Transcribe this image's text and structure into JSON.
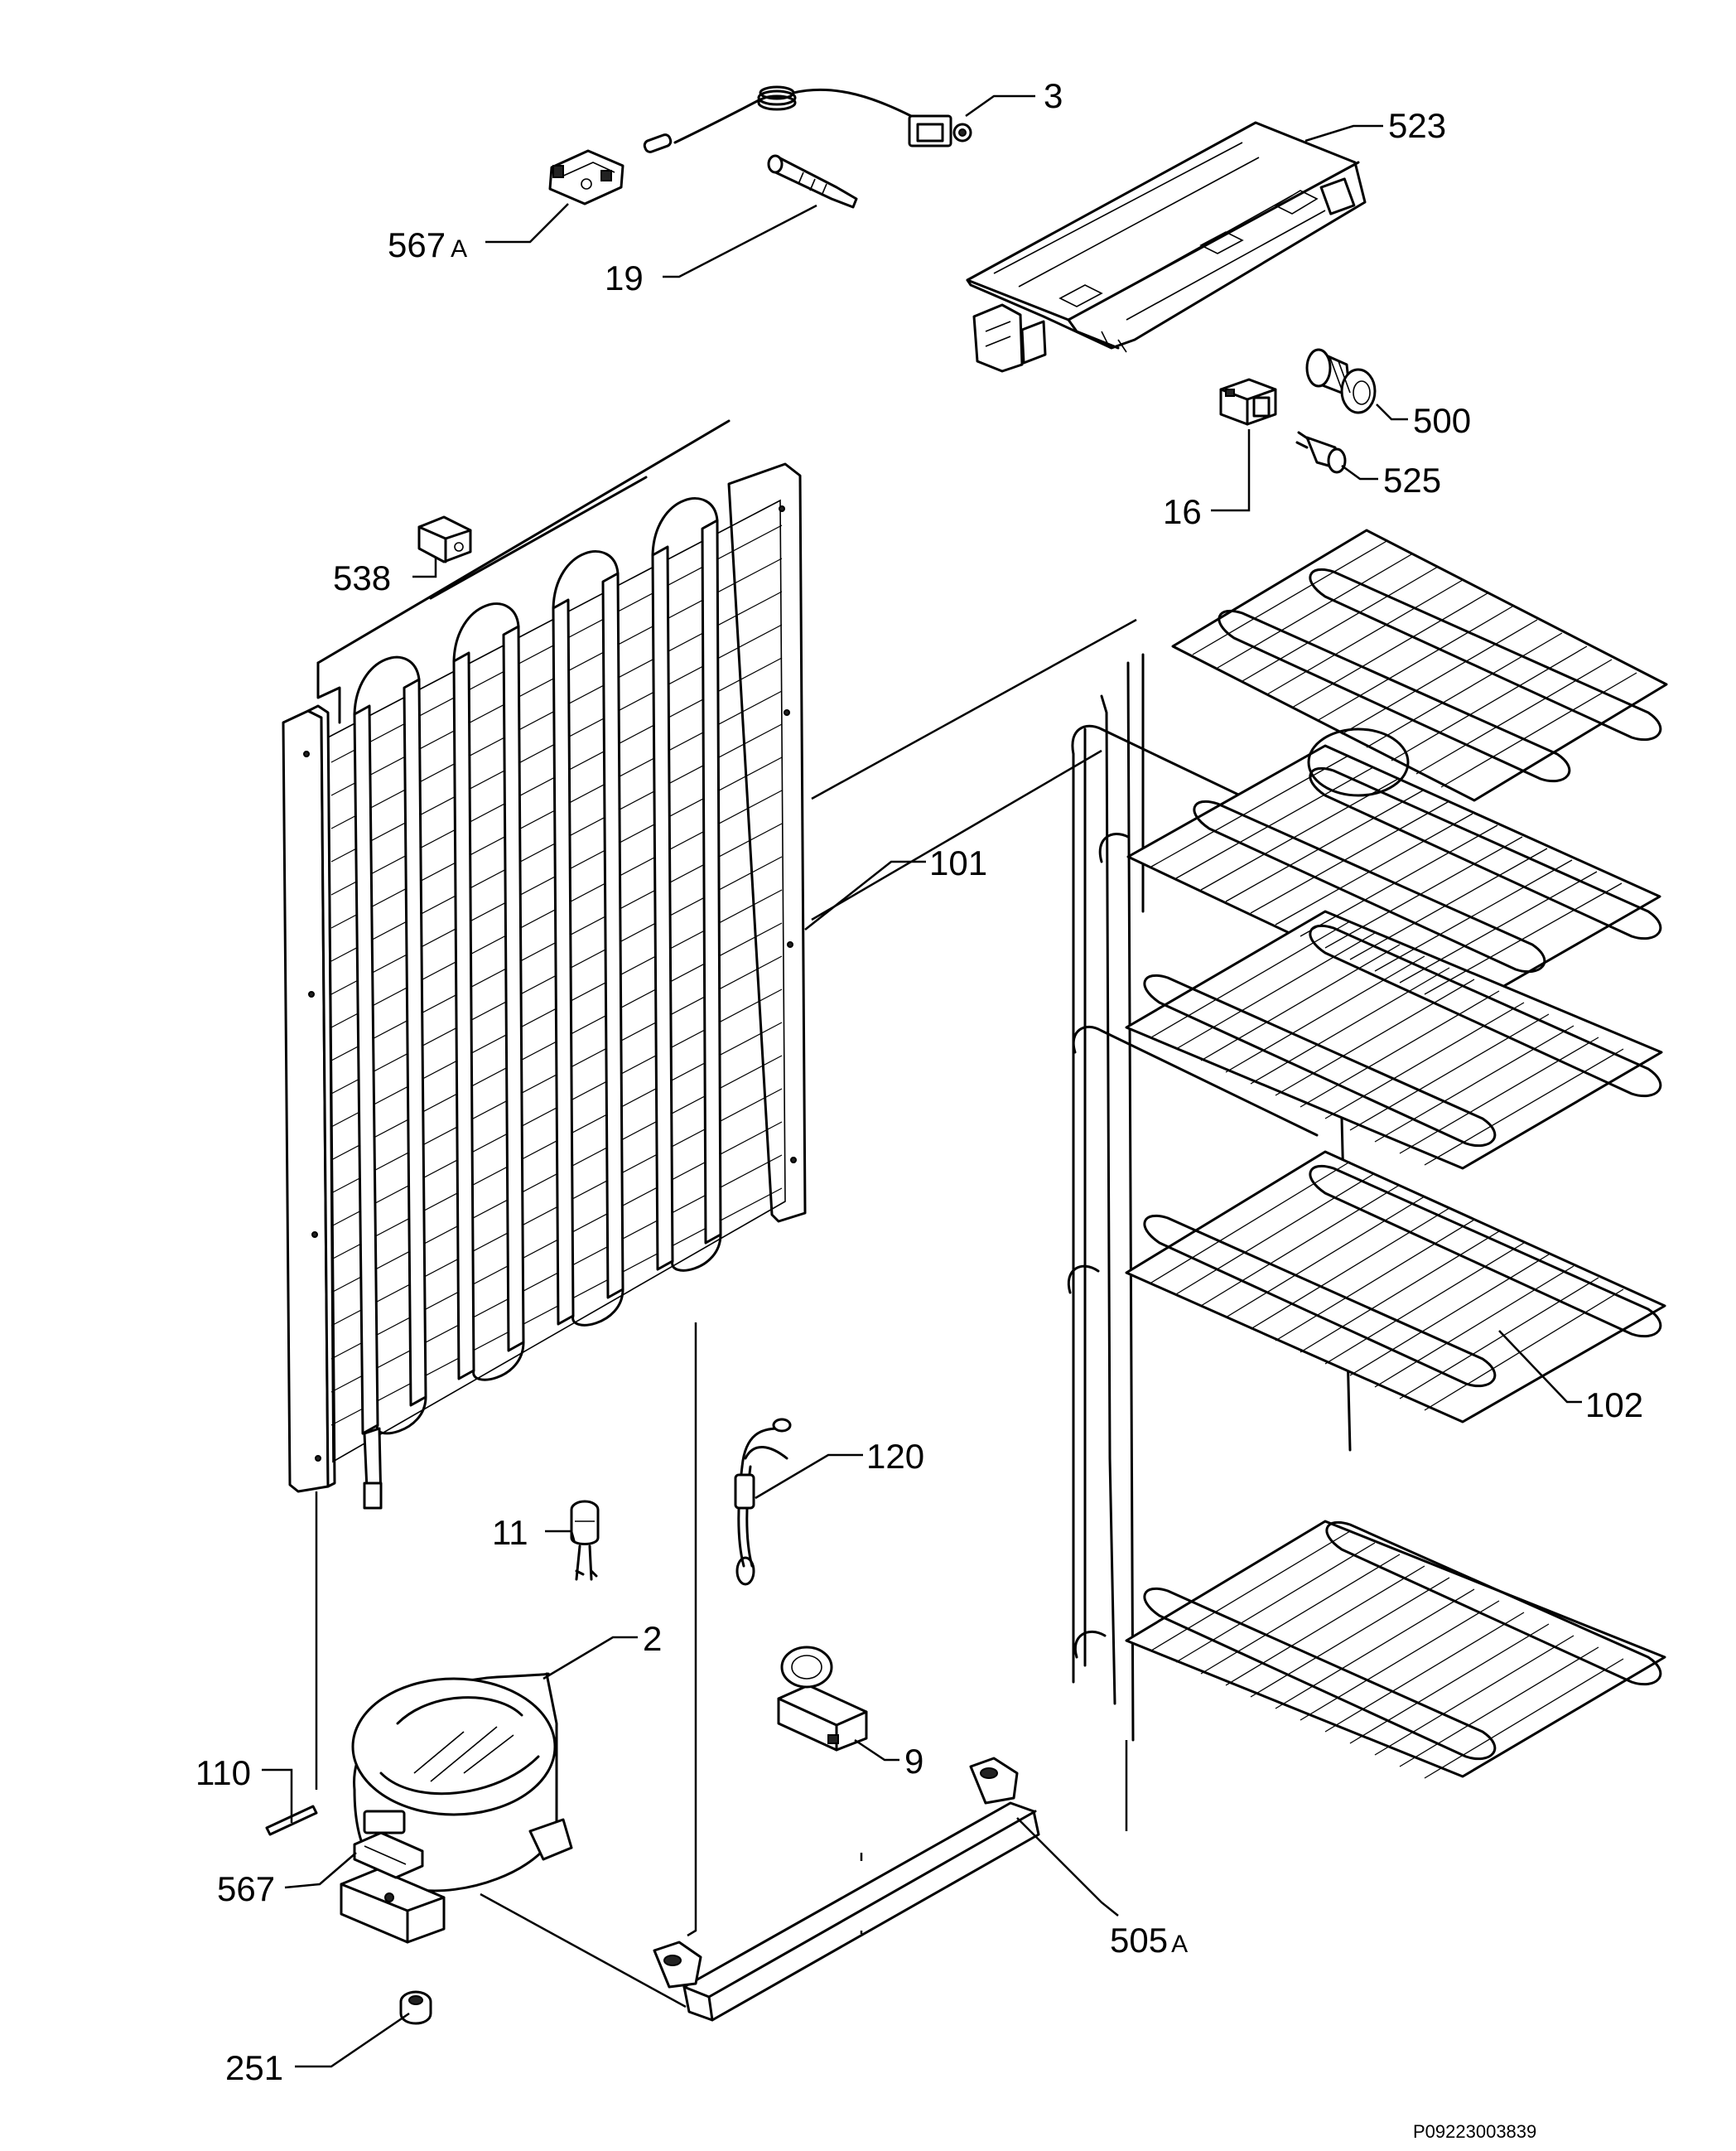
{
  "diagram": {
    "part_labels": {
      "p3": "3",
      "p523": "523",
      "p567a_num": "567",
      "p567a_suffix": "A",
      "p19": "19",
      "p500": "500",
      "p525": "525",
      "p16": "16",
      "p538": "538",
      "p101": "101",
      "p102": "102",
      "p120": "120",
      "p11": "11",
      "p2": "2",
      "p9": "9",
      "p110": "110",
      "p567": "567",
      "p505a_num": "505",
      "p505a_suffix": "A",
      "p251": "251"
    },
    "drawing_code": "P09223003839"
  }
}
